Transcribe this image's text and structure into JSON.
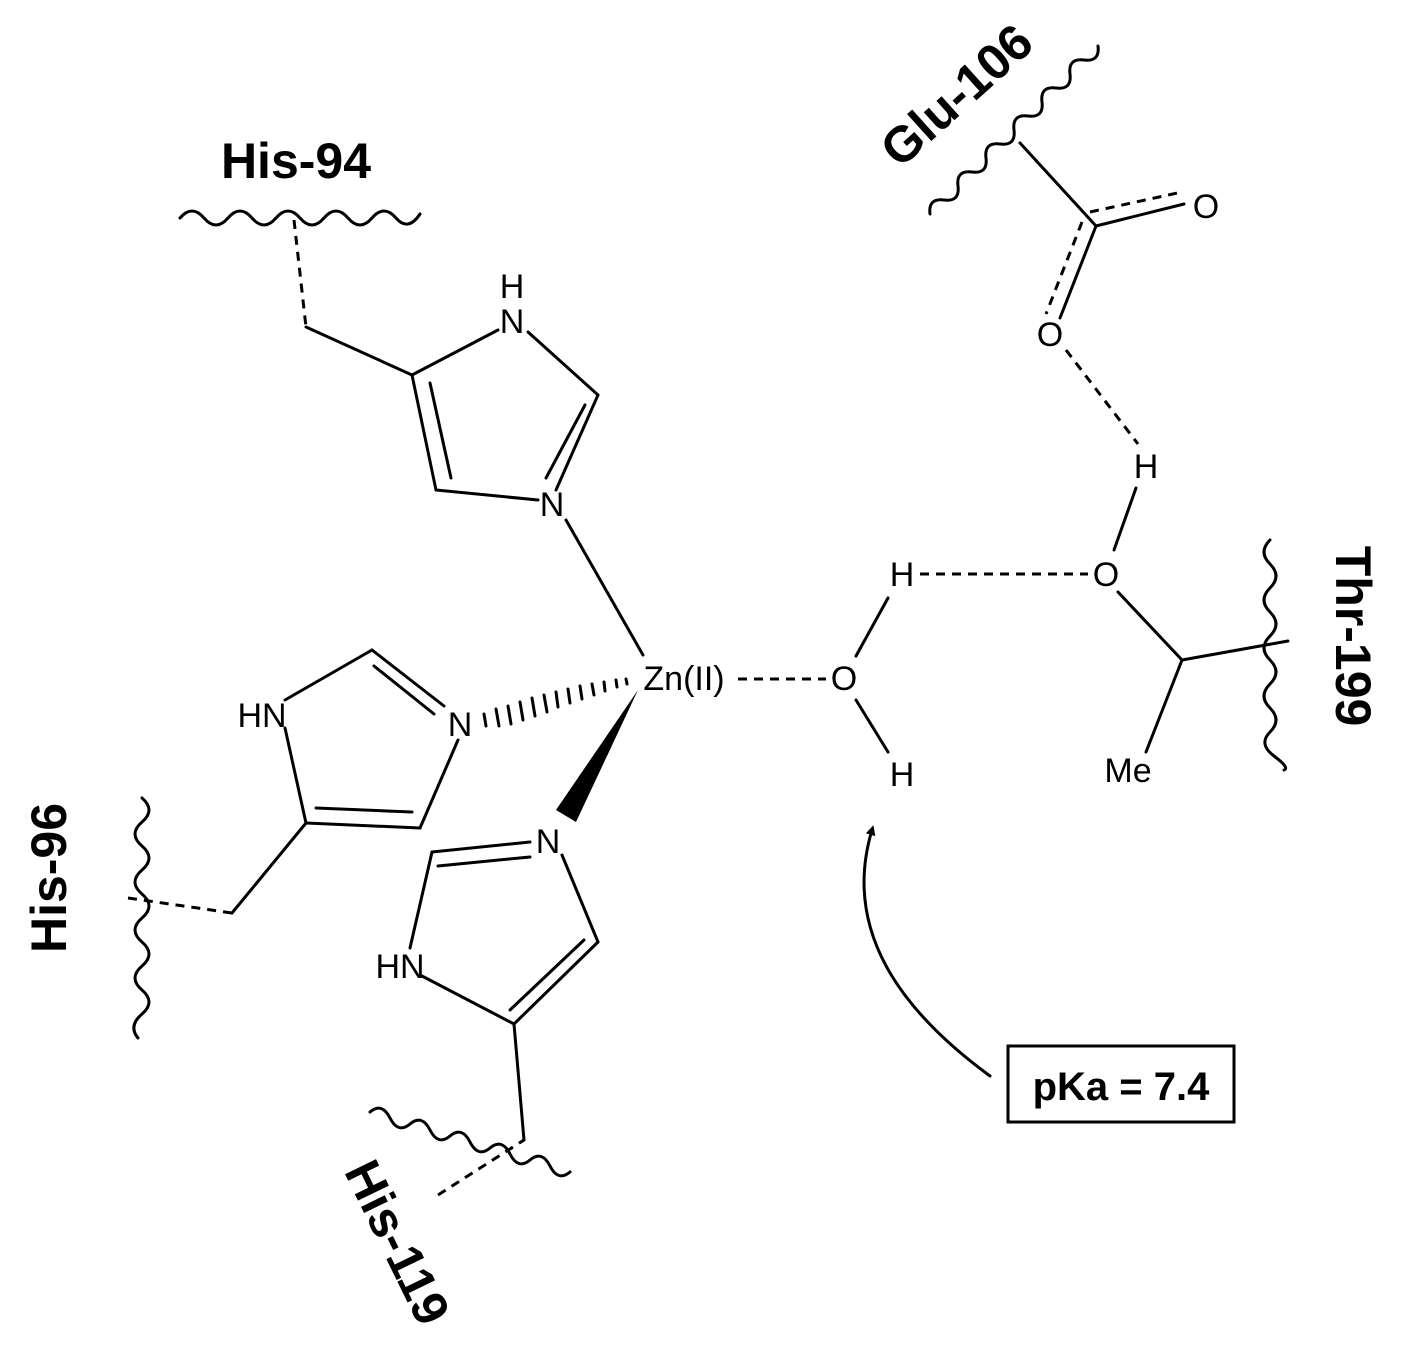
{
  "residues": {
    "his94": "His-94",
    "his96": "His-96",
    "his119": "His-119",
    "glu106": "Glu-106",
    "thr199": "Thr-199"
  },
  "atoms": {
    "zn": "Zn(II)",
    "n": "N",
    "h": "H",
    "hn": "HN",
    "o": "O",
    "me": "Me"
  },
  "annotation": {
    "pka": "pKa = 7.4"
  }
}
